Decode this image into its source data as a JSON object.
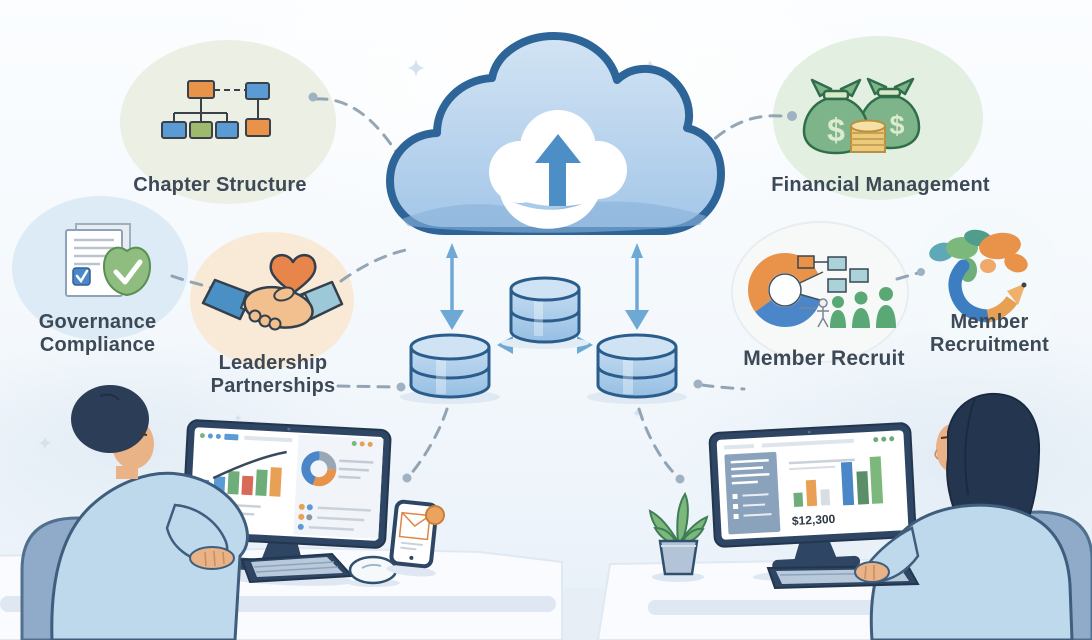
{
  "nodes": {
    "chapter_structure": {
      "label": "Chapter Structure",
      "icon": "org-chart-icon"
    },
    "financial_management": {
      "label": "Financial Management",
      "icon": "money-bags-icon"
    },
    "governance_compliance": {
      "label_lines": [
        "Governance",
        "Compliance"
      ],
      "icon": "document-check-icon"
    },
    "leadership_partnerships": {
      "label_lines": [
        "Leadership",
        "Partnerships"
      ],
      "icon": "handshake-heart-icon"
    },
    "member_recruit": {
      "label": "Member Recruit",
      "icon": "donut-chart-people-icon"
    },
    "member_recruitment": {
      "label_lines": [
        "Member",
        "Recruitment"
      ],
      "icon": "globe-pencil-icon"
    }
  },
  "center": {
    "cloud_icon": "cloud-sync-icon",
    "database_icons": [
      "database-icon",
      "database-icon",
      "database-icon"
    ]
  },
  "right_monitor": {
    "revenue_value": "$12,300"
  },
  "colors": {
    "background": "#f7fafd",
    "cloud_fill": "#b5d1ec",
    "cloud_stroke": "#2e6599",
    "database_fill": "#a9cbe9",
    "dashed_connector": "#8296a8",
    "label_text": "#3d4956",
    "accent_orange": "#e8924a",
    "accent_blue": "#5b9bd5",
    "accent_green": "#7cb87c"
  }
}
